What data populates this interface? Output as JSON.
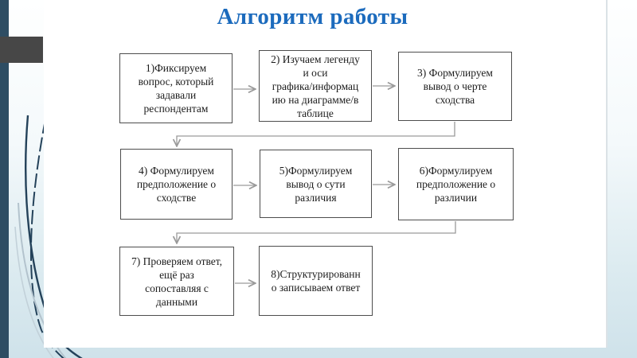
{
  "slide": {
    "title": "Алгоритм работы"
  },
  "flowchart": {
    "boxes": [
      {
        "id": 1,
        "text": "1)Фиксируем\nвопрос, который\nзадавали\nреспондентам"
      },
      {
        "id": 2,
        "text": "2) Изучаем легенду\nи оси\nграфика/информац\nию на диаграмме/в\nтаблице"
      },
      {
        "id": 3,
        "text": "3) Формулируем\nвывод о черте\nсходства"
      },
      {
        "id": 4,
        "text": "4) Формулируем\nпредположение о\nсходстве"
      },
      {
        "id": 5,
        "text": "5)Формулируем\nвывод о сути\nразличия"
      },
      {
        "id": 6,
        "text": "6)Формулируем\nпредположение о\nразличии"
      },
      {
        "id": 7,
        "text": "7) Проверяем ответ,\nещё раз\nсопоставляя с\nданными"
      },
      {
        "id": 8,
        "text": "8)Структурированн\nо записываем ответ"
      }
    ],
    "connections": [
      {
        "from": 1,
        "to": 2
      },
      {
        "from": 2,
        "to": 3
      },
      {
        "from": 3,
        "to": 4
      },
      {
        "from": 4,
        "to": 5
      },
      {
        "from": 5,
        "to": 6
      },
      {
        "from": 6,
        "to": 7
      },
      {
        "from": 7,
        "to": 8
      }
    ]
  },
  "colors": {
    "title_text": "#1c6bbd",
    "box_border": "#4d4d4d",
    "box_text": "#1c1c1c",
    "connector": "#9a9a9a",
    "accent_bar": "#2e4d63",
    "accent_block": "#474747",
    "background_bottom": "#cfe2ea"
  }
}
